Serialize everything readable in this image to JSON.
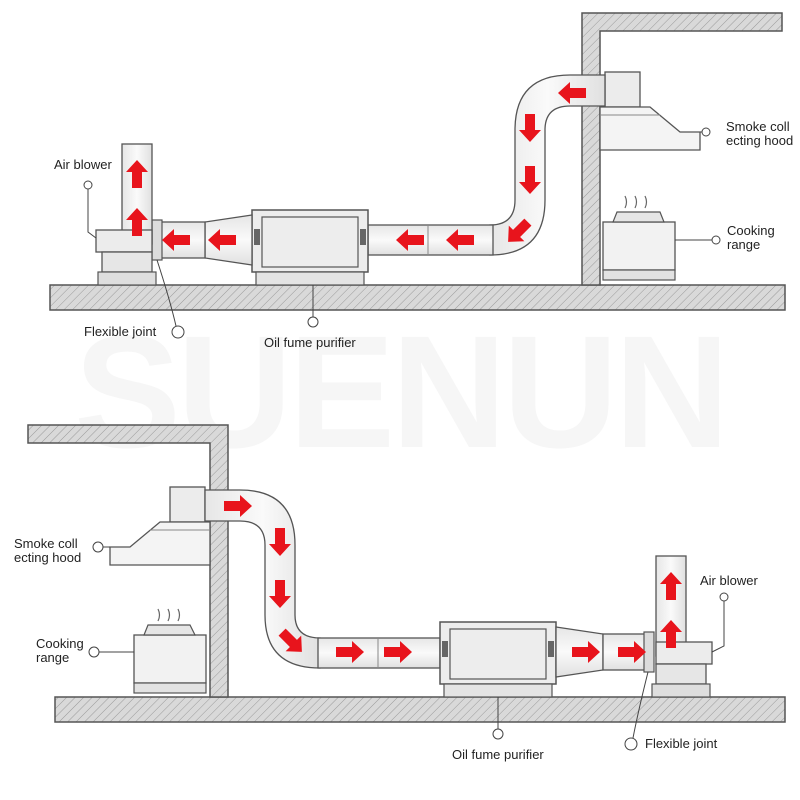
{
  "watermark": "SUENUN",
  "colors": {
    "arrow": "#e8141c",
    "line": "#555555",
    "fill_wall": "#d7d7d7",
    "fill_duct": "#f3f3f3"
  },
  "top": {
    "labels": {
      "air_blower": "Air blower",
      "smoke_hood": "Smoke coll\necting hood",
      "cooking_range": "Cooking\nrange",
      "flexible_joint": "Flexible joint",
      "purifier": "Oil fume purifier"
    }
  },
  "bottom": {
    "labels": {
      "air_blower": "Air blower",
      "smoke_hood": "Smoke coll\necting hood",
      "cooking_range": "Cooking\nrange",
      "flexible_joint": "Flexible joint",
      "purifier": "Oil fume purifier"
    }
  }
}
